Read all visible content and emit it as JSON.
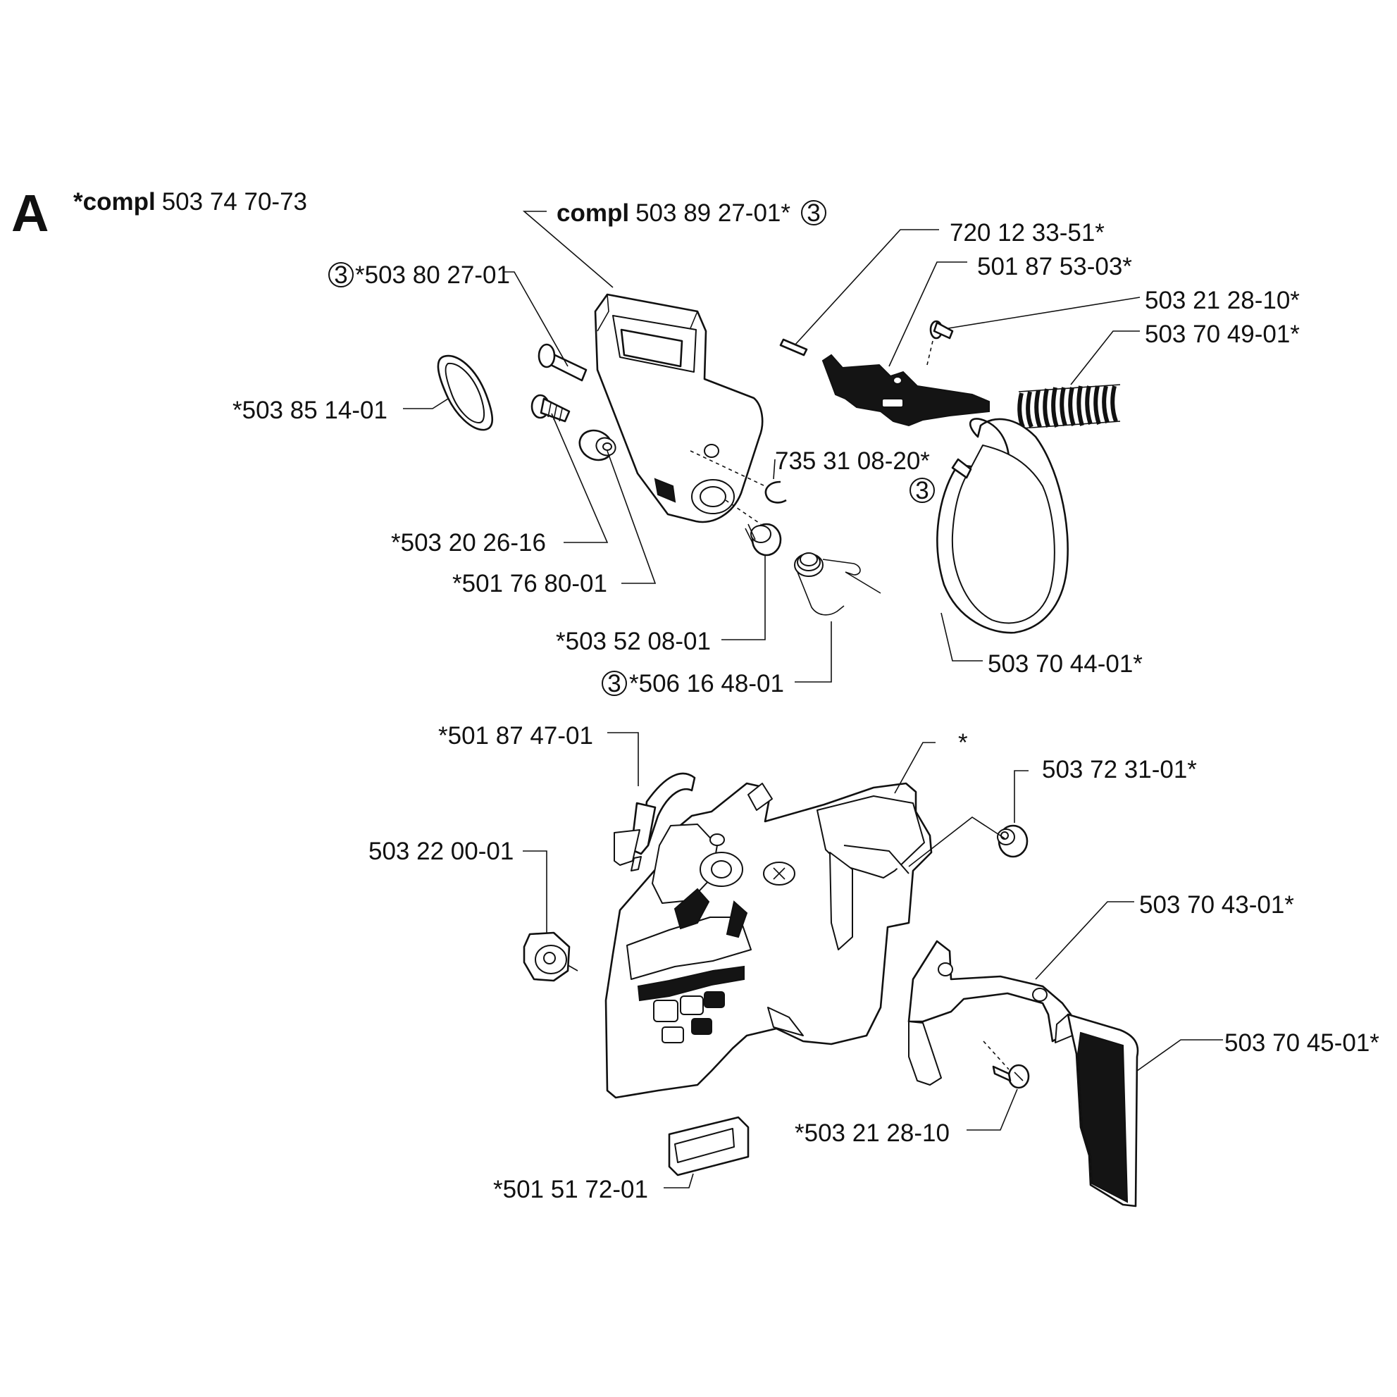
{
  "section_letter": "A",
  "assembly_label": {
    "prefix": "*compl",
    "number": "503 74 70-73"
  },
  "labels": {
    "compl_guard": {
      "prefix": "compl",
      "number": "503 89 27-01*",
      "note": "3"
    },
    "pin_720": "720 12 33-51*",
    "lever_501_87_53": "501 87 53-03*",
    "screw_503_21_28_10_star": "503 21 28-10*",
    "spring_503_70_49": "503 70  49-01*",
    "bolt_503_80_27": {
      "note": "3",
      "text": "*503 80 27-01"
    },
    "gasket_503_85_14": "*503 85 14-01",
    "clip_735_31_08": "735 31 08-20*",
    "circled_three_band": "3",
    "screw_503_20_26": "*503 20 26-16",
    "washer_501_76_80": "*501 76 80-01",
    "bushing_503_52_08": "*503 52 08-01",
    "torsion_spring_506_16_48": {
      "note": "3",
      "text": "*506 16 48-01"
    },
    "brake_band_503_70_44": "503 70 44-01*",
    "clamp_501_87_47": "*501 87 47-01",
    "star_only": "*",
    "nut_503_72_31": "503 72 31-01*",
    "nut_503_22_00": "503 22 00-01",
    "cover_503_70_43": "503 70 43-01*",
    "plate_503_70_45": "503 70 45-01*",
    "screw_503_21_28_10": "*503 21 28-10",
    "tensioner_501_51_72": "*501 51 72-01"
  }
}
